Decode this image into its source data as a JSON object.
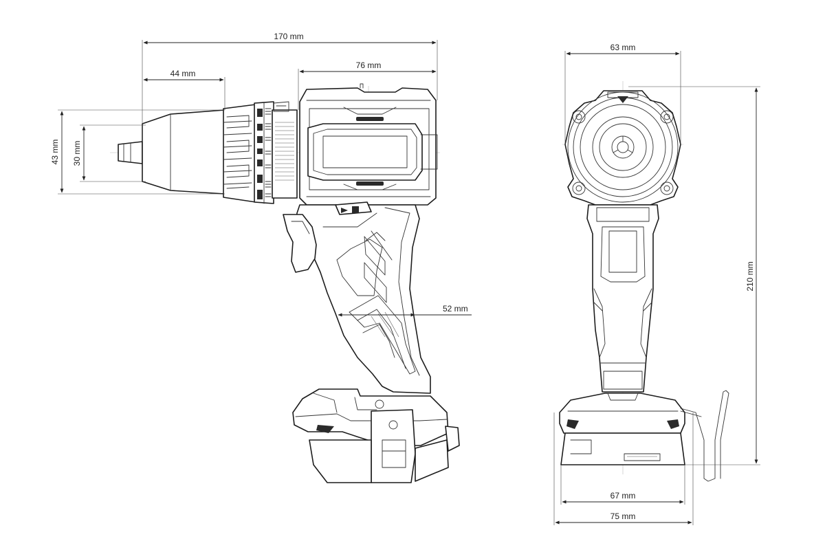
{
  "dimensions": {
    "side_view": {
      "overall_length": "170 mm",
      "chuck_length": "44 mm",
      "gearbox_length": "76 mm",
      "chuck_outer_diameter": "43 mm",
      "chuck_inner_diameter": "30 mm",
      "grip_width": "52 mm"
    },
    "front_view": {
      "head_width": "63 mm",
      "overall_height": "210 mm",
      "battery_mount_width": "67 mm",
      "base_width": "75 mm"
    }
  },
  "colors": {
    "line": "#1c1c1c",
    "background": "#ffffff",
    "dimension": "#222222"
  }
}
